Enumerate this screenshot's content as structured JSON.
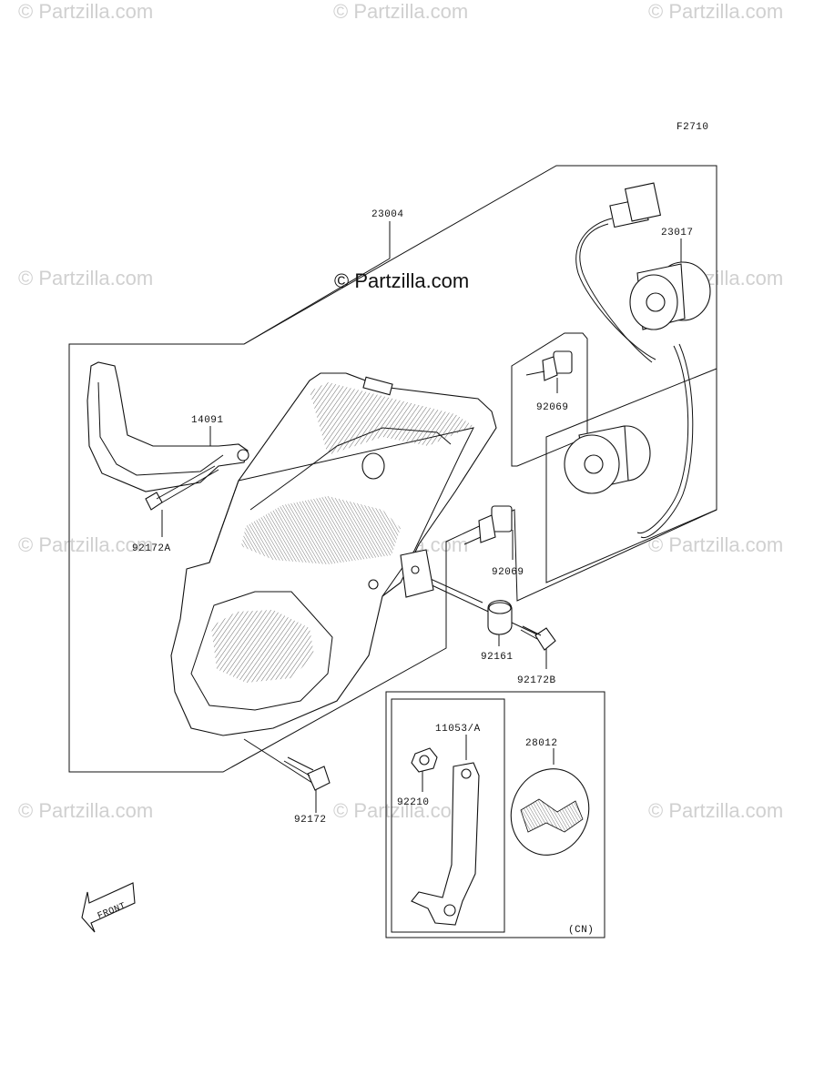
{
  "figure_code": "F2710",
  "watermark": "© Partzilla.com",
  "center_watermark": "© Partzilla.com",
  "callouts": {
    "p23004": "23004",
    "p23017": "23017",
    "p14091": "14091",
    "p92069a": "92069",
    "p92069b": "92069",
    "p92172a": "92172A",
    "p92161": "92161",
    "p92172b": "92172B",
    "p11053": "11053/A",
    "p28012": "28012",
    "p92210": "92210",
    "p92172": "92172"
  },
  "front_marker": "FRONT",
  "region_note": "(CN)"
}
